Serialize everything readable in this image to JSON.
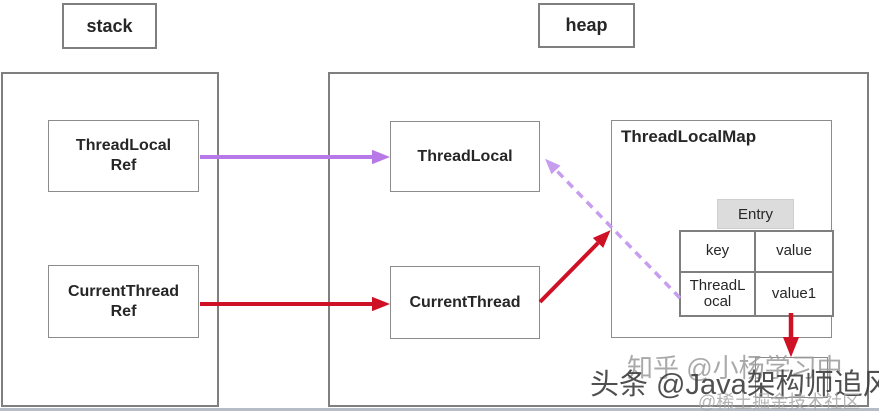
{
  "titles": {
    "stack": "stack",
    "heap": "heap"
  },
  "stack": {
    "refs": [
      {
        "label": "ThreadLocal\nRef"
      },
      {
        "label": "CurrentThread\nRef"
      }
    ]
  },
  "heap": {
    "objects": [
      {
        "label": "ThreadLocal"
      },
      {
        "label": "CurrentThread"
      }
    ],
    "map": {
      "title": "ThreadLocalMap",
      "entry_label": "Entry",
      "table": {
        "headers": [
          "key",
          "value"
        ],
        "rows": [
          [
            "ThreadL\nocal",
            "value1"
          ]
        ]
      }
    }
  },
  "watermarks": [
    {
      "site": "zhihu",
      "text": "知乎 @小杨学习中"
    },
    {
      "site": "toutiao",
      "text": "头条 @Java架构师追风"
    },
    {
      "site": "juejin",
      "text": "@稀土掘金技术社区"
    }
  ],
  "colors": {
    "red": "#cf1126",
    "purple": "#b778e8",
    "purpleDash": "#c79df0",
    "border": "#7f7f7f",
    "borderLight": "#8c8c8c",
    "text": "#262626",
    "entryBg": "#dcdcdc",
    "wmGray": "#9b9b9b",
    "wmDark": "#3d3d3d",
    "wmLight": "#a8a8a8",
    "strip": "#b7bdc7"
  }
}
